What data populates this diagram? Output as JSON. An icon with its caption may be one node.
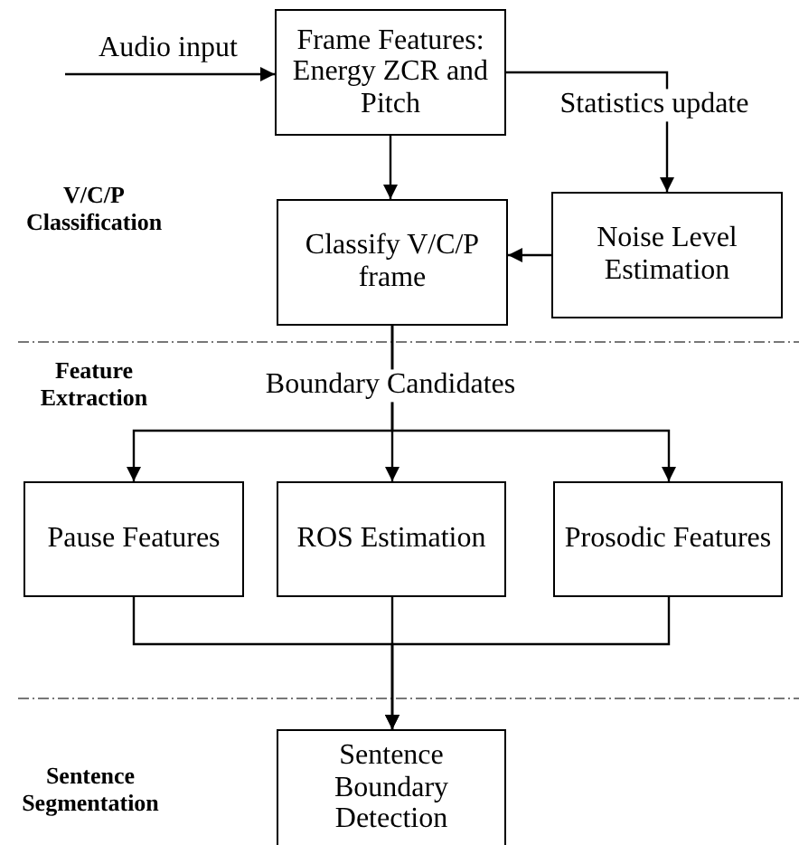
{
  "diagram": {
    "nodes": [
      {
        "text": [
          "Frame Features: Energy ZCR and Pitch"
        ]
      },
      {
        "text": [
          "Classify V/C/P frame"
        ]
      },
      {
        "text": [
          "Noise Level Estimation"
        ]
      },
      {
        "text": [
          "Pause Features"
        ]
      },
      {
        "text": [
          "ROS Estimation"
        ]
      },
      {
        "text": [
          "Prosodic Features"
        ]
      },
      {
        "text": [
          "Sentence Boundary Detection"
        ]
      }
    ],
    "edges": [
      {
        "from": null,
        "to": 0,
        "arrow": "to",
        "label": "Audio input"
      },
      {
        "from": 0,
        "to": 1,
        "arrow": "to"
      },
      {
        "from": 0,
        "to": 2,
        "arrow": "to",
        "label": "Statistics update"
      },
      {
        "from": 2,
        "to": 1,
        "arrow": "to"
      },
      {
        "from": 1,
        "to": 3,
        "arrow": "to"
      },
      {
        "from": 1,
        "to": 4,
        "arrow": "to",
        "label": "Boundary Candidates"
      },
      {
        "from": 1,
        "to": 5,
        "arrow": "to"
      },
      {
        "from": 3,
        "to": 6,
        "arrow": "to"
      },
      {
        "from": 4,
        "to": 6,
        "arrow": "to"
      },
      {
        "from": 5,
        "to": 6,
        "arrow": "to"
      }
    ],
    "labels": [
      "V/C/P Classification",
      "Feature Extraction",
      "Sentence Segmentation"
    ]
  }
}
